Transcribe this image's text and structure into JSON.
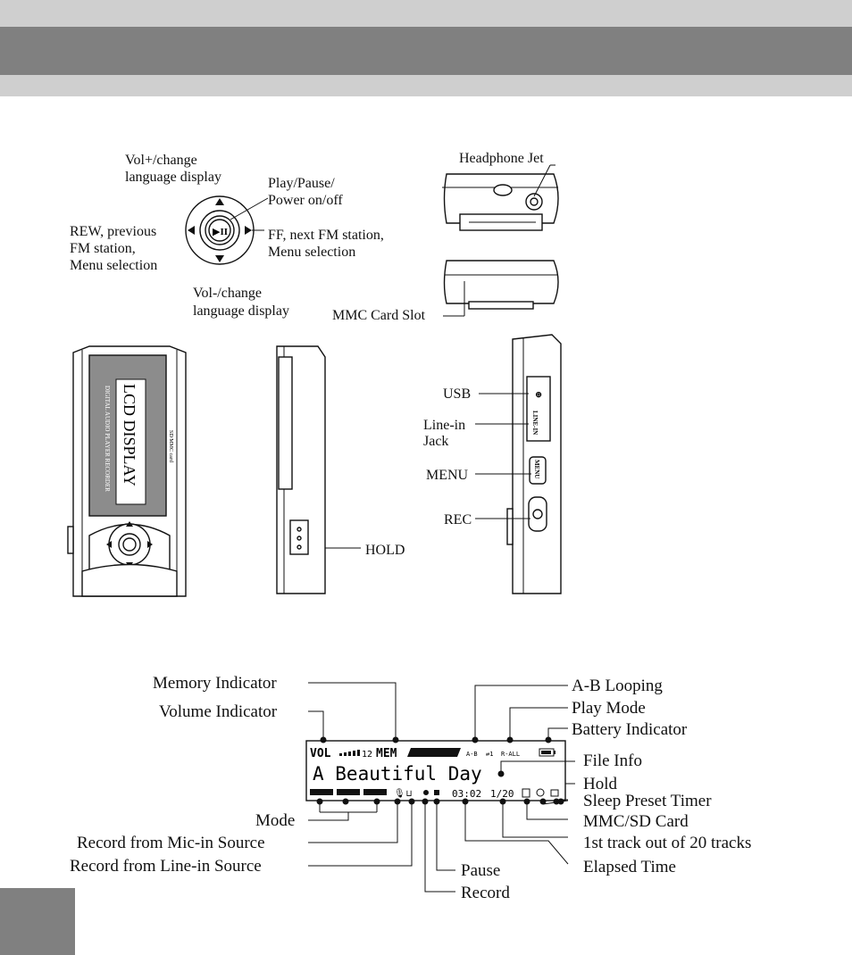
{
  "keypad": {
    "vol_up_1": "Vol+/change",
    "vol_up_2": "language display",
    "play_1": "Play/Pause/",
    "play_2": "Power on/off",
    "rew_1": "REW, previous",
    "rew_2": "FM station,",
    "rew_3": "Menu selection",
    "ff_1": "FF, next FM station,",
    "ff_2": "Menu selection",
    "vol_down_1": "Vol-/change",
    "vol_down_2": "language display"
  },
  "top_views": {
    "headphone": "Headphone Jet",
    "mmc_slot": "MMC Card  Slot"
  },
  "front": {
    "lcd_title": "LCD DISPLAY",
    "lcd_sub": "DIGITAL AUDIO PLAYER RECORDER",
    "side_print": "SD/MMC card"
  },
  "side": {
    "hold": "HOLD",
    "usb": "USB",
    "linein_1": "Line-in",
    "linein_2": "Jack",
    "menu": "MENU",
    "rec": "REC",
    "linein_mark": "LINE-IN",
    "menu_mark": "MENU"
  },
  "lcd": {
    "vol": "VOL",
    "vol_level": "12",
    "mem": "MEM",
    "ab": "A-B",
    "play_mode": "R-ALL",
    "song": "A  Beautiful  Day",
    "elapsed": "03:02",
    "track": "1/20"
  },
  "callouts": {
    "memory": "Memory Indicator",
    "volume": "Volume Indicator",
    "mode": "Mode",
    "mic": "Record from Mic-in Source",
    "linein": "Record from Line-in Source",
    "ab": "A-B Looping",
    "play_mode": "Play Mode",
    "battery": "Battery Indicator",
    "file_info": "File Info",
    "hold": "Hold",
    "sleep": "Sleep Preset Timer",
    "mmc": "MMC/SD Card",
    "track": "1st track out of 20 tracks",
    "elapsed": "Elapsed Time",
    "pause": "Pause",
    "record": "Record"
  }
}
